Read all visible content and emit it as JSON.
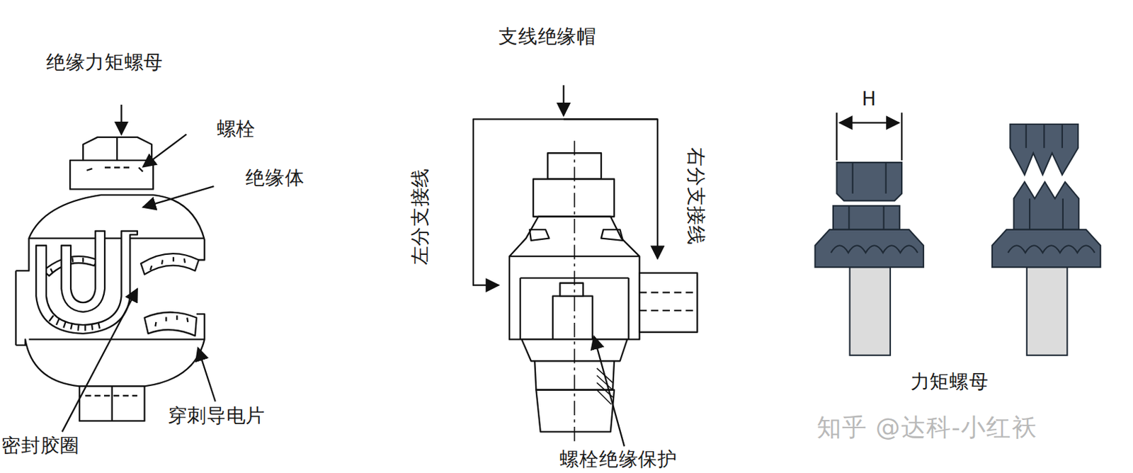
{
  "diagram": {
    "labels": [
      "绝缘力矩螺母",
      "螺栓",
      "绝缘体",
      "密封胶圈",
      "穿刺导电片",
      "支线绝缘帽",
      "左分支接线",
      "右分支接线",
      "螺栓绝缘保护",
      "H",
      "力矩螺母",
      "知乎 @达科-小红袄"
    ]
  }
}
